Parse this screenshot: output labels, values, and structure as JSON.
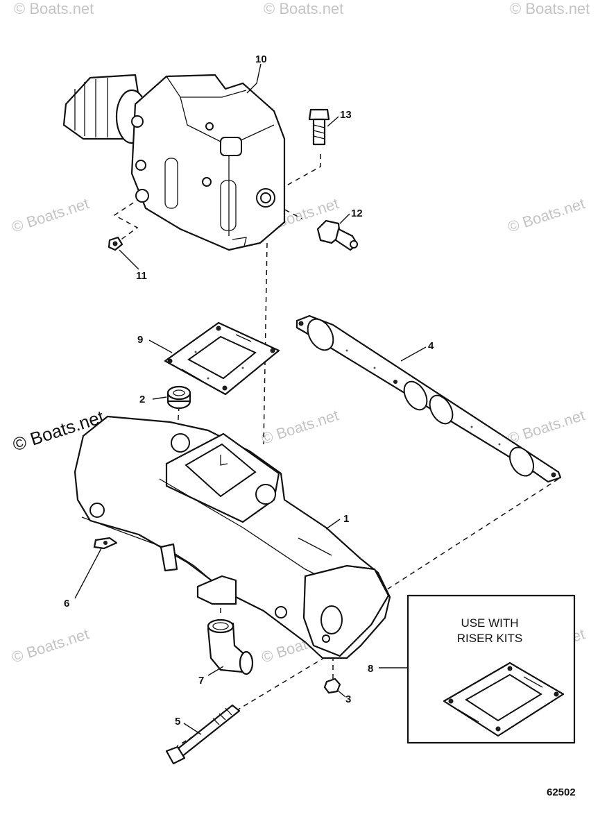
{
  "watermark": "© Boats.net",
  "callouts": [
    "1",
    "2",
    "3",
    "4",
    "5",
    "6",
    "7",
    "8",
    "9",
    "10",
    "11",
    "12",
    "13"
  ],
  "inset_note": {
    "line1": "USE WITH",
    "line2": "RISER KITS"
  },
  "figure_number": "62502"
}
